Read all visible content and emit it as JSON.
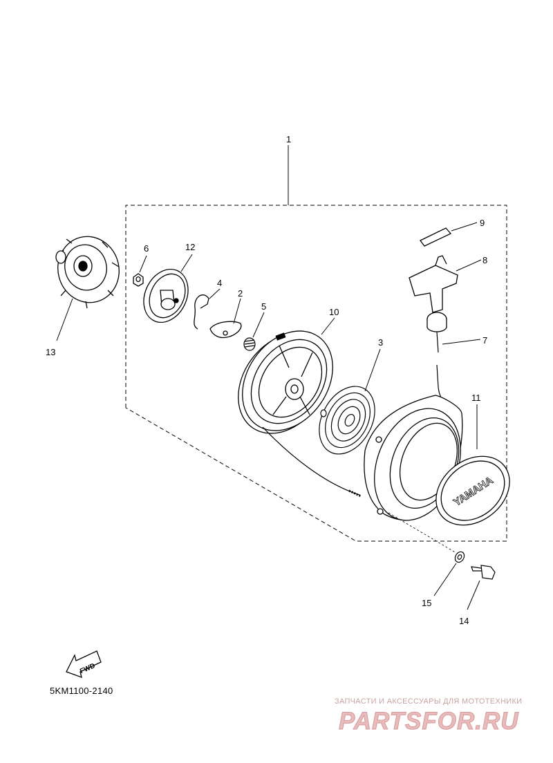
{
  "diagram": {
    "callouts": [
      "1",
      "2",
      "3",
      "4",
      "5",
      "6",
      "7",
      "8",
      "9",
      "10",
      "11",
      "12",
      "13",
      "14",
      "15"
    ],
    "fwd_label": "FWD",
    "cover_brand": "YAMAHA",
    "drawing_code": "5KM1100-2140"
  },
  "watermark": {
    "tagline": "ЗАПЧАСТИ И АКСЕССУАРЫ ДЛЯ МОТОТЕХНИКИ",
    "logo": "PARTSFOR.RU"
  }
}
